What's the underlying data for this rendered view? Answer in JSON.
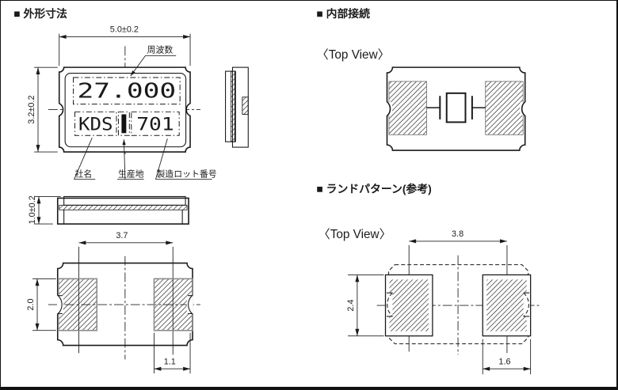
{
  "sections": {
    "outline": {
      "title": "■ 外形寸法"
    },
    "internal": {
      "title": "■ 内部接続",
      "view_label": "〈Top View〉"
    },
    "land": {
      "title": "■ ランドパターン(参考)",
      "view_label": "〈Top View〉"
    }
  },
  "marking": {
    "frequency": "27.000",
    "maker": "KDS",
    "lot": "701",
    "lot_color": "#2153a3"
  },
  "callouts": {
    "frequency": "周波数",
    "company": "社名",
    "origin": "生産地",
    "lot_no": "製造ロット番号"
  },
  "dimensions": {
    "body_width": "5.0±0.2",
    "body_height": "3.2±0.2",
    "thickness": "1.0±0.2",
    "pad_pitch": "3.7",
    "pad_height": "2.0",
    "pad_width": "1.1",
    "land_pitch": "3.8",
    "land_height": "2.4",
    "land_width": "1.6"
  }
}
